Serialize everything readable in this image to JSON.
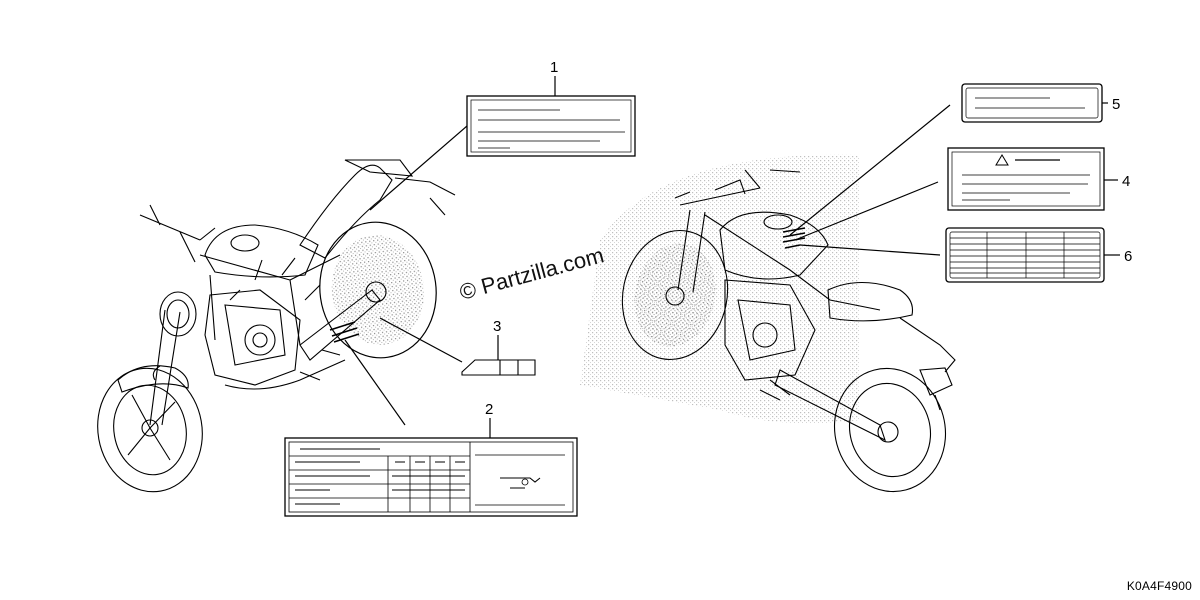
{
  "callouts": {
    "one": "1",
    "two": "2",
    "three": "3",
    "four": "4",
    "five": "5",
    "six": "6"
  },
  "watermark": "© Partzilla.com",
  "reference_code": "K0A4F4900"
}
